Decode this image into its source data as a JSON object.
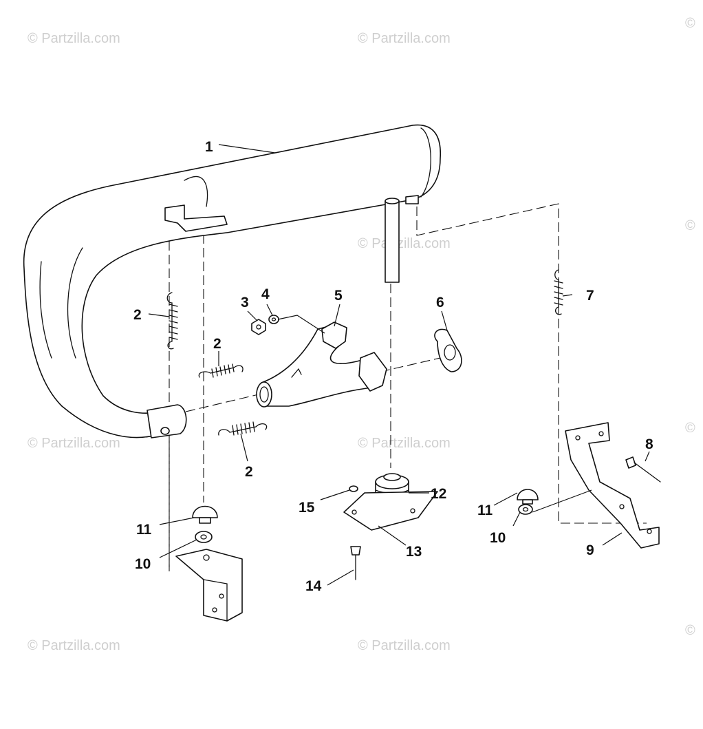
{
  "watermark": {
    "text": "© Partzilla.com",
    "copyright_symbol": "©"
  },
  "callouts": {
    "c1": "1",
    "c2a": "2",
    "c2b": "2",
    "c2c": "2",
    "c3": "3",
    "c4": "4",
    "c5": "5",
    "c6": "6",
    "c7": "7",
    "c8": "8",
    "c9": "9",
    "c10a": "10",
    "c10b": "10",
    "c11a": "11",
    "c11b": "11",
    "c12": "12",
    "c13": "13",
    "c14": "14",
    "c15": "15"
  },
  "colors": {
    "line": "#111111",
    "watermark": "#cfcfcf",
    "background": "#ffffff"
  }
}
